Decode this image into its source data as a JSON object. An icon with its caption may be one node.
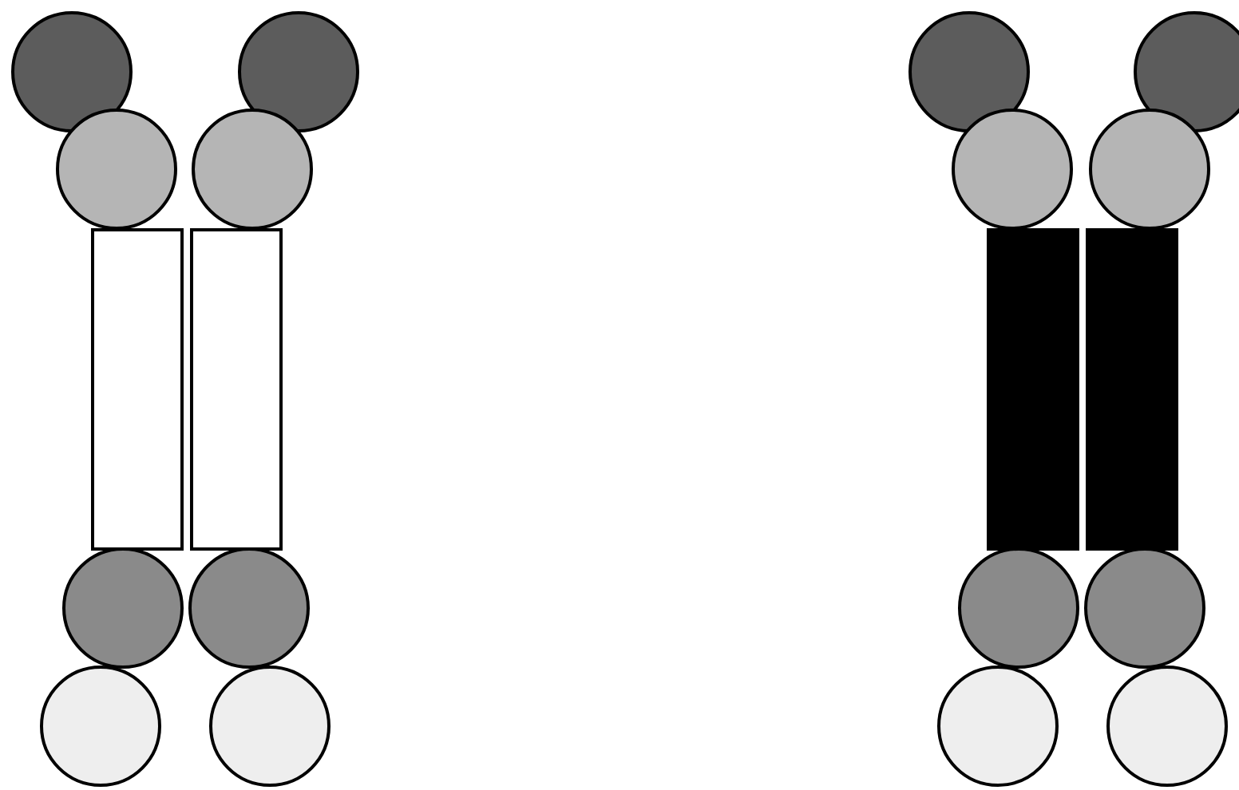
{
  "diagram": {
    "nodes": [
      {
        "text": [],
        "shape": "circle"
      },
      {
        "text": [],
        "shape": "circle"
      },
      {
        "text": [],
        "shape": "circle"
      },
      {
        "text": [],
        "shape": "circle"
      },
      {
        "text": [],
        "shape": "circle"
      },
      {
        "text": [],
        "shape": "circle"
      },
      {
        "text": [],
        "shape": "circle"
      },
      {
        "text": [],
        "shape": "circle"
      },
      {
        "text": [],
        "shape": "bar"
      },
      {
        "text": [],
        "shape": "bar"
      },
      {
        "text": [],
        "shape": "bar"
      },
      {
        "text": [],
        "shape": "bar"
      },
      {
        "text": [],
        "shape": "circle"
      },
      {
        "text": [],
        "shape": "circle"
      },
      {
        "text": [],
        "shape": "circle"
      },
      {
        "text": [],
        "shape": "circle"
      },
      {
        "text": [],
        "shape": "circle"
      },
      {
        "text": [],
        "shape": "circle"
      },
      {
        "text": [],
        "shape": "circle"
      },
      {
        "text": [],
        "shape": "circle"
      }
    ]
  }
}
